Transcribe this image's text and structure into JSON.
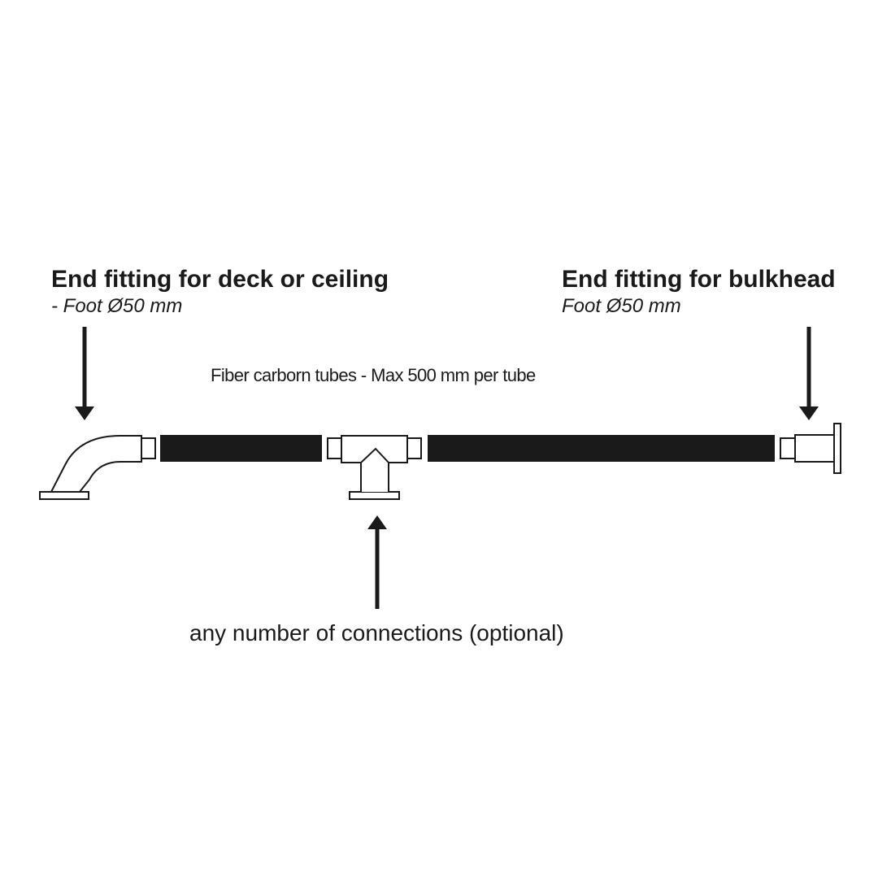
{
  "left_fitting": {
    "title": "End fitting for deck or ceiling",
    "subtitle": "- Foot Ø50 mm"
  },
  "right_fitting": {
    "title": "End fitting for bulkhead",
    "subtitle": "Foot Ø50 mm"
  },
  "tubes": {
    "label": "Fiber carborn tubes - Max 500 mm per tube"
  },
  "connector": {
    "label": "any number of connections (optional)"
  },
  "colors": {
    "tube_fill": "#1a1a1a",
    "outline": "#1a1a1a",
    "background": "#ffffff"
  }
}
